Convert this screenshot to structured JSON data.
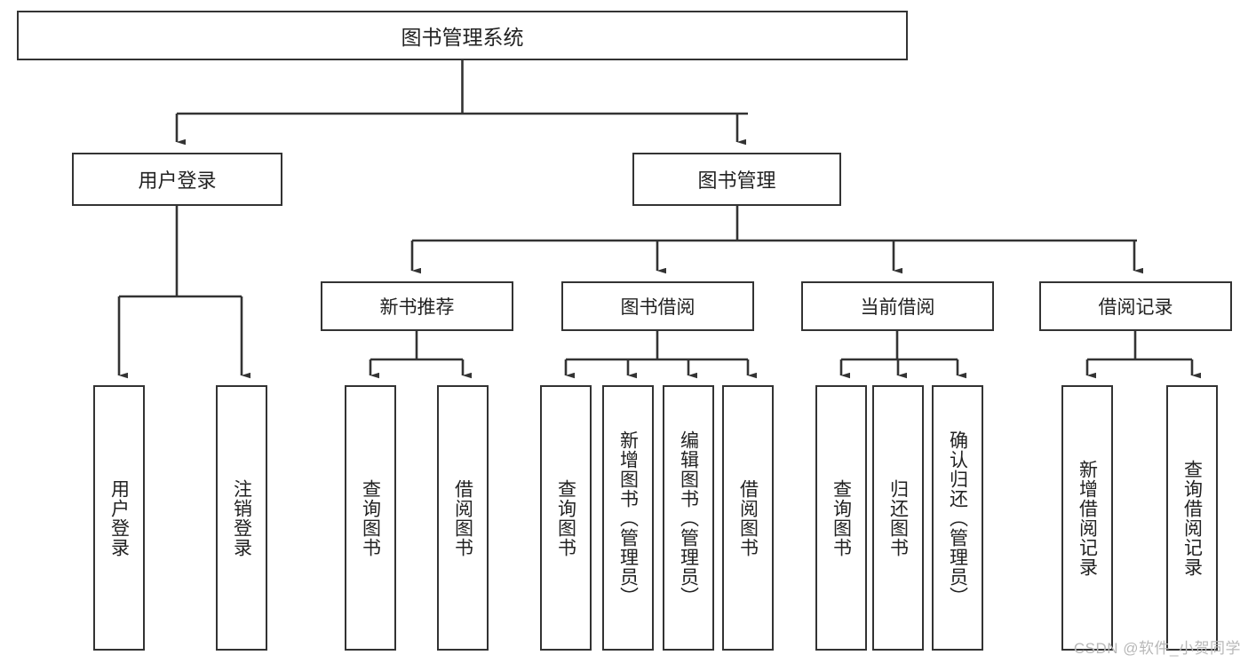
{
  "diagram": {
    "type": "tree-hierarchy",
    "title": "图书管理系统",
    "watermark": "CSDN @软件_小贺同学",
    "colors": {
      "stroke": "#333333",
      "fill": "#ffffff",
      "text": "#222222",
      "watermark": "#b8b8b8"
    },
    "nodes": {
      "root": {
        "label": "图书管理系统"
      },
      "level1": [
        {
          "id": "user-login",
          "label": "用户登录"
        },
        {
          "id": "book-manage",
          "label": "图书管理"
        }
      ],
      "level2": [
        {
          "id": "new-book-recommend",
          "label": "新书推荐"
        },
        {
          "id": "book-borrow",
          "label": "图书借阅"
        },
        {
          "id": "current-borrow",
          "label": "当前借阅"
        },
        {
          "id": "borrow-record",
          "label": "借阅记录"
        }
      ],
      "leaves": {
        "user-login": [
          {
            "id": "leaf-user-login",
            "label": "用户登录"
          },
          {
            "id": "leaf-logout",
            "label": "注销登录"
          }
        ],
        "new-book-recommend": [
          {
            "id": "leaf-query-book-1",
            "label": "查询图书"
          },
          {
            "id": "leaf-borrow-book-1",
            "label": "借阅图书"
          }
        ],
        "book-borrow": [
          {
            "id": "leaf-query-book-2",
            "label": "查询图书"
          },
          {
            "id": "leaf-add-book",
            "label": "新增图书（管理员）"
          },
          {
            "id": "leaf-edit-book",
            "label": "编辑图书（管理员）"
          },
          {
            "id": "leaf-borrow-book-2",
            "label": "借阅图书"
          }
        ],
        "current-borrow": [
          {
            "id": "leaf-query-book-3",
            "label": "查询图书"
          },
          {
            "id": "leaf-return-book",
            "label": "归还图书"
          },
          {
            "id": "leaf-confirm-return",
            "label": "确认归还（管理员）"
          }
        ],
        "borrow-record": [
          {
            "id": "leaf-add-record",
            "label": "新增借阅记录"
          },
          {
            "id": "leaf-query-record",
            "label": "查询借阅记录"
          }
        ]
      }
    }
  }
}
